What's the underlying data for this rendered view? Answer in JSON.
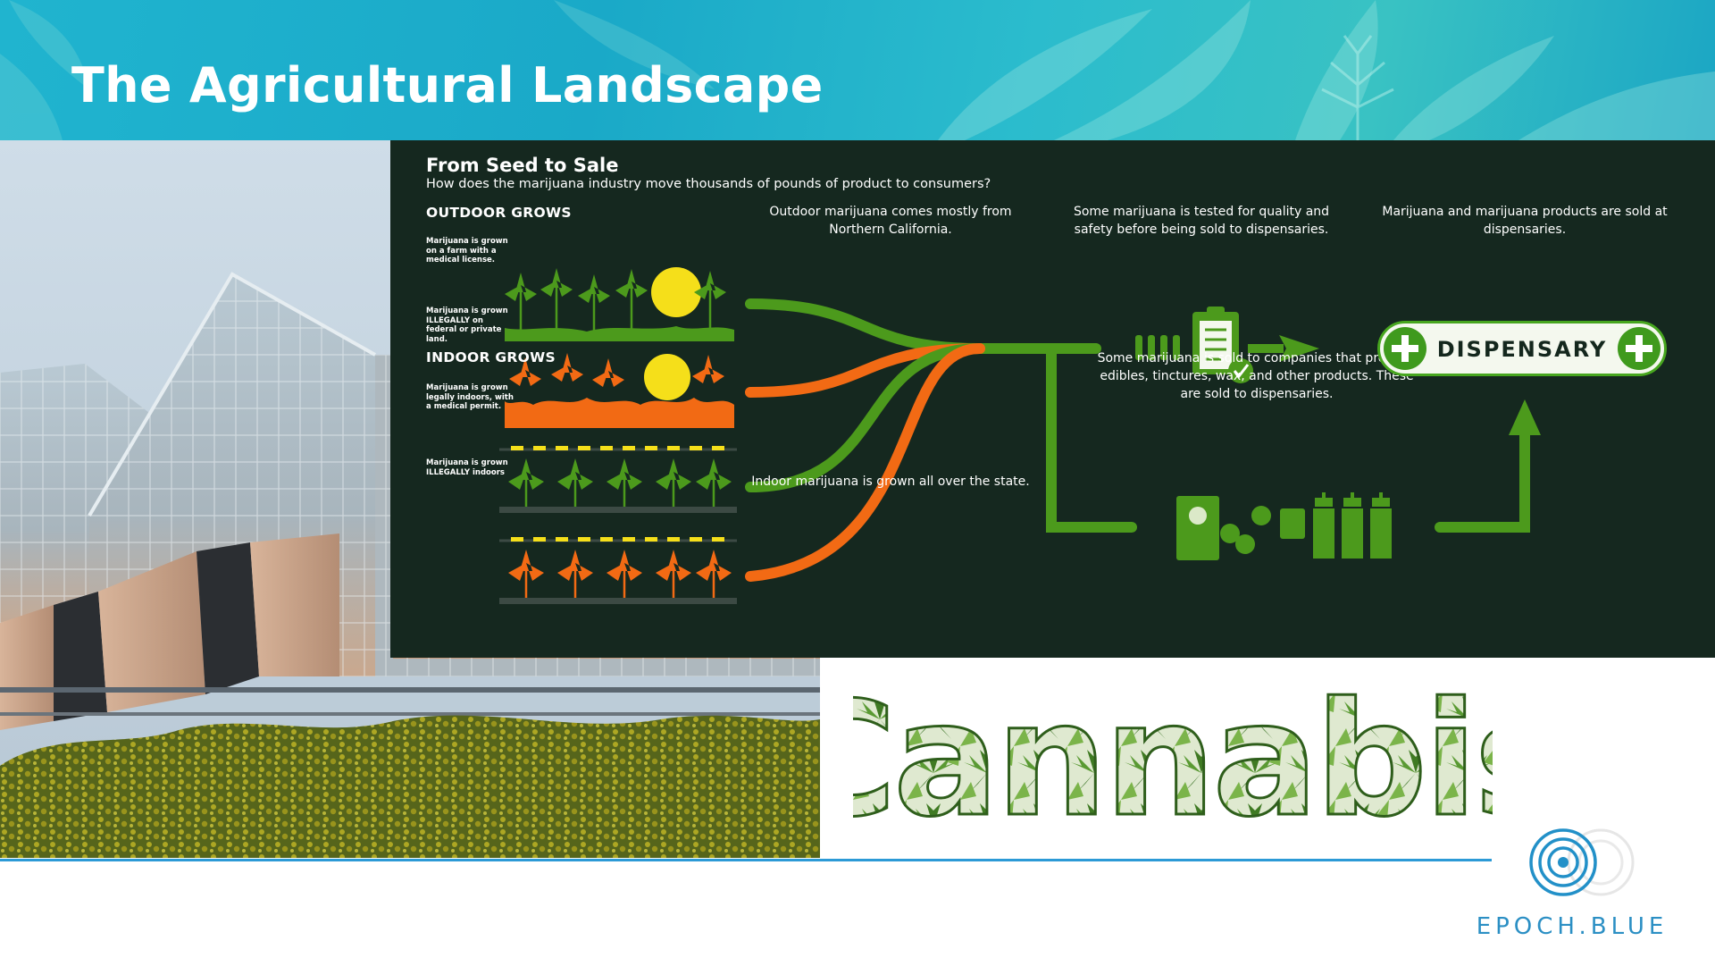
{
  "slide": {
    "title": "The Agricultural Landscape",
    "wordart": "Cannabis",
    "brand": "EPOCH.BLUE"
  },
  "infographic": {
    "title": "From Seed to Sale",
    "subtitle": "How does the marijuana industry move thousands of pounds of product to consumers?",
    "outdoor_label": "OUTDOOR GROWS",
    "indoor_label": "INDOOR GROWS",
    "grow_notes": [
      "Marijuana is grown on a farm with a medical license.",
      "Marijuana is grown ILLEGALLY on federal or private land.",
      "Marijuana is grown legally indoors, with a medical permit.",
      "Marijuana is grown ILLEGALLY indoors"
    ],
    "outdoor_caption": "Outdoor marijuana comes mostly from Northern California.",
    "indoor_caption": "Indoor marijuana is grown all over the state.",
    "testing_caption": "Some marijuana is tested for quality and safety before being sold to dispensaries.",
    "dispensary_caption": "Marijuana and marijuana products are sold at dispensaries.",
    "products_caption": "Some marijuana is sold to companies that produce edibles, tinctures, wax, and other products. These are sold to dispensaries.",
    "dispensary_label": "DISPENSARY",
    "colors": {
      "legal": "#4c9a1c",
      "illegal": "#f26a14",
      "background": "#15281f",
      "sun": "#f5df1a"
    }
  }
}
